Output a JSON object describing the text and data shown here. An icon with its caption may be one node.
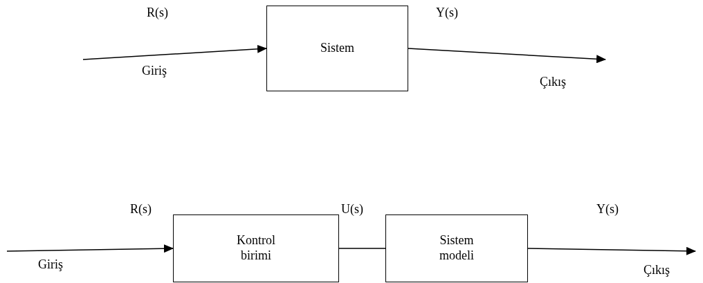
{
  "diagram": {
    "nodes": [
      {
        "text": [
          "Sistem"
        ]
      },
      {
        "text": [
          "Kontrol birimi"
        ]
      },
      {
        "text": [
          "Sistem modeli"
        ]
      }
    ],
    "edges": [
      {
        "from": null,
        "to": 0,
        "arrow": "to"
      },
      {
        "from": 0,
        "to": null,
        "arrow": "to"
      },
      {
        "from": null,
        "to": 1,
        "arrow": "to"
      },
      {
        "from": 1,
        "to": 2,
        "arrow": "none"
      },
      {
        "from": 2,
        "to": null,
        "arrow": "to"
      }
    ],
    "labels": [
      "R(s)",
      "Y(s)",
      "Giriş",
      "Çıkış",
      "R(s)",
      "U(s)",
      "Y(s)",
      "Giriş",
      "Çıkış"
    ]
  }
}
